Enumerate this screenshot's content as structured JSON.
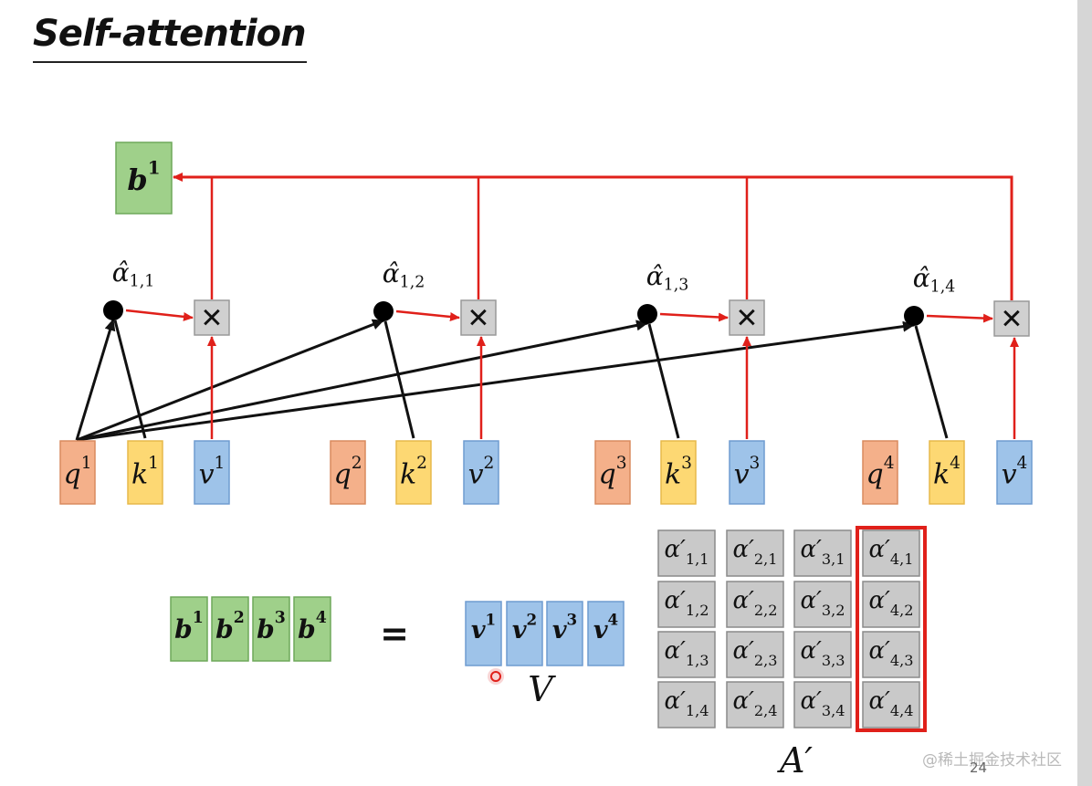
{
  "title": "Self-attention",
  "top": {
    "output": {
      "base": "b",
      "sup": "1"
    },
    "alpha_labels": [
      {
        "base": "α̂",
        "sub": "1,1"
      },
      {
        "base": "α̂",
        "sub": "1,2"
      },
      {
        "base": "α̂",
        "sub": "1,3"
      },
      {
        "base": "α̂",
        "sub": "1,4"
      }
    ],
    "multiply_symbol": "✕",
    "groups": [
      [
        {
          "base": "q",
          "sup": "1"
        },
        {
          "base": "k",
          "sup": "1"
        },
        {
          "base": "v",
          "sup": "1"
        }
      ],
      [
        {
          "base": "q",
          "sup": "2"
        },
        {
          "base": "k",
          "sup": "2"
        },
        {
          "base": "v",
          "sup": "2"
        }
      ],
      [
        {
          "base": "q",
          "sup": "3"
        },
        {
          "base": "k",
          "sup": "3"
        },
        {
          "base": "v",
          "sup": "3"
        }
      ],
      [
        {
          "base": "q",
          "sup": "4"
        },
        {
          "base": "k",
          "sup": "4"
        },
        {
          "base": "v",
          "sup": "4"
        }
      ]
    ]
  },
  "bottom": {
    "b_row": [
      {
        "base": "b",
        "sup": "1"
      },
      {
        "base": "b",
        "sup": "2"
      },
      {
        "base": "b",
        "sup": "3"
      },
      {
        "base": "b",
        "sup": "4"
      }
    ],
    "equals": "=",
    "v_row": [
      {
        "base": "v",
        "sup": "1"
      },
      {
        "base": "v",
        "sup": "2"
      },
      {
        "base": "v",
        "sup": "3"
      },
      {
        "base": "v",
        "sup": "4"
      }
    ],
    "v_label": "V",
    "matrix": [
      [
        {
          "base": "α′",
          "sub": "1,1"
        },
        {
          "base": "α′",
          "sub": "2,1"
        },
        {
          "base": "α′",
          "sub": "3,1"
        },
        {
          "base": "α′",
          "sub": "4,1"
        }
      ],
      [
        {
          "base": "α′",
          "sub": "1,2"
        },
        {
          "base": "α′",
          "sub": "2,2"
        },
        {
          "base": "α′",
          "sub": "3,2"
        },
        {
          "base": "α′",
          "sub": "4,2"
        }
      ],
      [
        {
          "base": "α′",
          "sub": "1,3"
        },
        {
          "base": "α′",
          "sub": "2,3"
        },
        {
          "base": "α′",
          "sub": "3,3"
        },
        {
          "base": "α′",
          "sub": "4,3"
        }
      ],
      [
        {
          "base": "α′",
          "sub": "1,4"
        },
        {
          "base": "α′",
          "sub": "2,4"
        },
        {
          "base": "α′",
          "sub": "3,4"
        },
        {
          "base": "α′",
          "sub": "4,4"
        }
      ]
    ],
    "matrix_label": "A′",
    "highlighted_column": 4
  },
  "colors": {
    "q_fill": "#f4b08a",
    "q_stroke": "#d98a5e",
    "k_fill": "#fdd873",
    "k_stroke": "#e7b94a",
    "v_fill": "#9ec3e9",
    "v_stroke": "#6f9cd0",
    "b_fill": "#9fd08a",
    "b_stroke": "#6ea85a",
    "mult_fill": "#d0d0d0",
    "mult_stroke": "#999999",
    "red": "#e0201a",
    "black": "#111111",
    "matrix_fill": "#c9c9c9",
    "matrix_stroke": "#8a8a8a"
  },
  "footer": {
    "page_number": "24",
    "watermark": "@稀土掘金技术社区"
  }
}
